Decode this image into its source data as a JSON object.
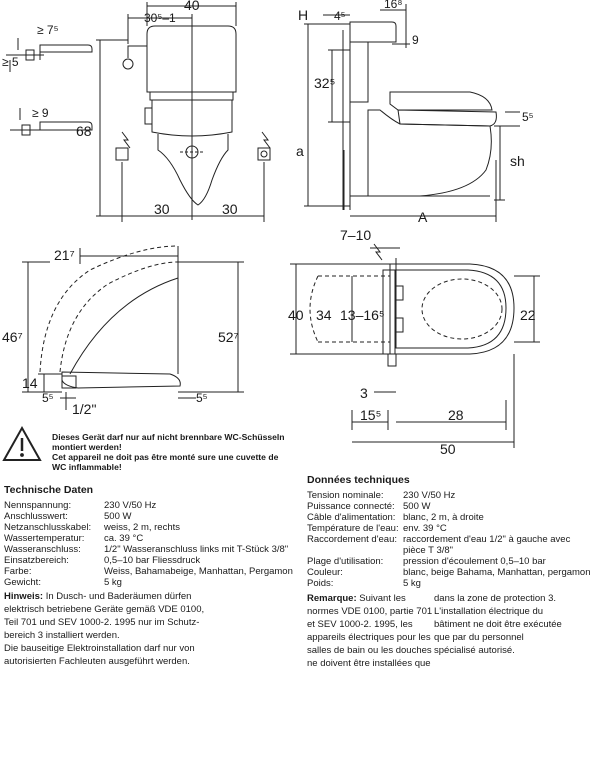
{
  "dims": {
    "side_top_75": "≥ 7⁵",
    "side_top_5": "≥ 5",
    "side_mid_9": "≥ 9",
    "front_40": "40",
    "front_305_1": "30⁵–1",
    "front_68": "68",
    "front_30_left": "30",
    "front_30_right": "30",
    "side_H": "H",
    "side_45": "4⁵",
    "side_168": "16⁸",
    "side_9": "9",
    "side_325": "32⁵",
    "side_55": "5⁵",
    "side_a": "a",
    "side_sh": "sh",
    "side_A": "A",
    "lid_217": "21⁷",
    "lid_467": "46⁷",
    "lid_527": "52⁷",
    "lid_14": "14",
    "lid_55_left": "5⁵",
    "lid_55_right": "5⁵",
    "lid_half_inch": "1/2\"",
    "top_7_10": "7–10",
    "top_40": "40",
    "top_34": "34",
    "top_13_165": "13–16⁵",
    "top_22": "22",
    "top_3": "3",
    "top_155": "15⁵",
    "top_28": "28",
    "top_50": "50"
  },
  "warning": {
    "line1": "Dieses Gerät darf nur auf nicht brennbare WC-Schüsseln",
    "line2": "montiert werden!",
    "line3": "Cet appareil ne doit pas être monté sure une cuvette de",
    "line4": "WC inflammable!"
  },
  "tech_de": {
    "title": "Technische Daten",
    "rows": [
      {
        "k": "Nennspannung:",
        "v": "230 V/50 Hz"
      },
      {
        "k": "Anschlusswert:",
        "v": "500 W"
      },
      {
        "k": "Netzanschlusskabel:",
        "v": "weiss, 2 m, rechts"
      },
      {
        "k": "Wassertemperatur:",
        "v": "ca. 39 °C"
      },
      {
        "k": "Wasseranschluss:",
        "v": "1/2\" Wasseranschluss links mit T-Stück 3/8\""
      },
      {
        "k": "Einsatzbereich:",
        "v": "0,5–10 bar Fliessdruck"
      },
      {
        "k": "Farbe:",
        "v": "Weiss, Bahamabeige, Manhattan, Pergamon"
      },
      {
        "k": "Gewicht:",
        "v": "5 kg"
      }
    ]
  },
  "tech_fr": {
    "title": "Données techniques",
    "rows": [
      {
        "k": "Tension nominale:",
        "v": "230 V/50 Hz"
      },
      {
        "k": "Puissance connecté:",
        "v": "500 W"
      },
      {
        "k": "Câble d'alimentation:",
        "v": "blanc, 2 m, à droite"
      },
      {
        "k": "Température de l'eau:",
        "v": "env. 39 °C"
      },
      {
        "k": "Raccordement d'eau:",
        "v": "raccordement d'eau 1/2\" à gauche avec"
      },
      {
        "k": "",
        "v": "pièce T 3/8\""
      },
      {
        "k": "Plage d'utilisation:",
        "v": "pression d'écoulement 0,5–10 bar"
      },
      {
        "k": "Couleur:",
        "v": "blanc, beige Bahama, Manhattan, pergamon"
      },
      {
        "k": "Poids:",
        "v": "5 kg"
      }
    ]
  },
  "hinweis": {
    "label": "Hinweis:",
    "lines": [
      "In Dusch- und Baderäumen dürfen",
      "elektrisch betriebene Geräte gemäß VDE 0100,",
      "Teil 701 und SEV 1000-2. 1995 nur im Schutz-",
      "bereich 3 installiert werden.",
      "Die bauseitige Elektroinstallation darf nur von",
      "autorisierten Fachleuten ausgeführt werden."
    ]
  },
  "remarque": {
    "label": "Remarque:",
    "col1": [
      "Suivant les",
      "normes VDE 0100, partie 701",
      "et SEV 1000-2. 1995, les",
      "appareils électriques pour les",
      "salles de bain ou les douches",
      "ne doivent être installées que"
    ],
    "col2": [
      "dans la zone de protection 3.",
      "L'installation électrique du",
      "bâtiment ne doit être exécutée",
      "que par du personnel",
      "spécialisé autorisé."
    ]
  }
}
